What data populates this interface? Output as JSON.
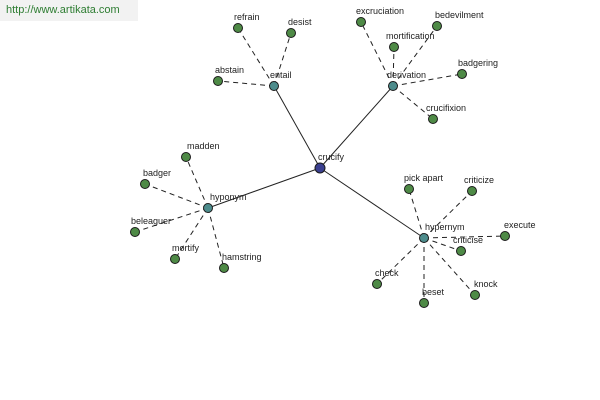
{
  "watermark": "http://www.artikata.com",
  "graph": {
    "root": "crucify",
    "hubs": [
      {
        "id": "entail",
        "label": "entail",
        "leaves": [
          "refrain",
          "desist",
          "abstain"
        ]
      },
      {
        "id": "derivation",
        "label": "derivation",
        "leaves": [
          "excruciation",
          "mortification",
          "bedevilment",
          "badgering",
          "crucifixion"
        ]
      },
      {
        "id": "hyponym",
        "label": "hyponym",
        "leaves": [
          "madden",
          "badger",
          "beleaguer",
          "mortify",
          "hamstring"
        ]
      },
      {
        "id": "hypernym",
        "label": "hypernym",
        "leaves": [
          "pick apart",
          "criticize",
          "execute",
          "criticise",
          "knock",
          "beset",
          "check"
        ]
      }
    ]
  }
}
